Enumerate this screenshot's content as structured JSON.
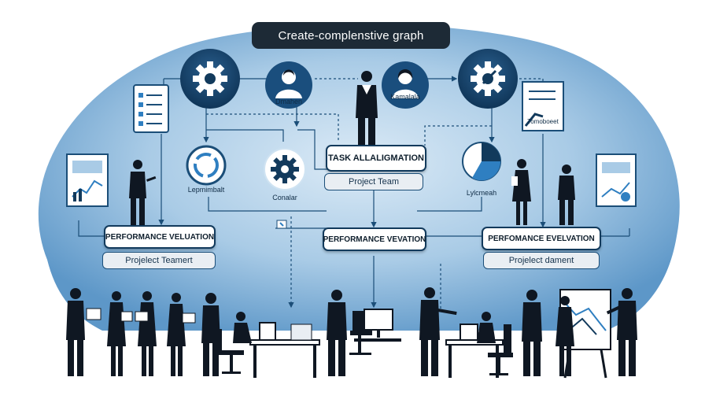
{
  "title": "Create-complenstive graph",
  "colors": {
    "background_light": "#cfe3f2",
    "background_mid": "#7fb1d9",
    "navy": "#123a5c",
    "accent_blue": "#2f7fc1",
    "silhouette": "#0f1722",
    "title_bg": "#1d2a36"
  },
  "nodes": {
    "task_allocation": "TASK ALLALIGMATION",
    "project_team_center": "Project Team",
    "perf_left": "PERFORMANCE VELUATION",
    "project_team_left": "Projelect Teamert",
    "perf_center": "PERFORMANCE VEVATION",
    "perf_right": "PERFOMANCE EVELVATION",
    "project_team_right": "Projelect dament"
  },
  "labels": {
    "person_left": "Dmahen",
    "person_right": "Kamalala",
    "icon_left": "Lepmimbalt",
    "gear_center": "Conalar",
    "icon_right": "Lylcmeah",
    "document_right": "Tomoboeet"
  },
  "icons": [
    "gear-icon",
    "person-icon",
    "checklist-icon",
    "chart-document-icon",
    "circle-cycle-icon",
    "pie-chart-icon",
    "report-icon",
    "growth-chart-icon",
    "monitor-icon",
    "flipchart-icon"
  ]
}
